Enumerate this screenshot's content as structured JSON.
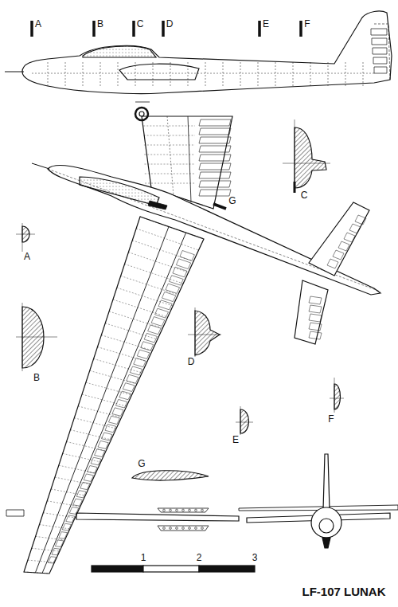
{
  "diagram": {
    "title": "LF-107 LUNAK",
    "labels": [
      "A",
      "B",
      "C",
      "D",
      "E",
      "F",
      "G",
      "A",
      "B",
      "C",
      "D",
      "E",
      "F",
      "G",
      "1",
      "2",
      "3"
    ]
  }
}
